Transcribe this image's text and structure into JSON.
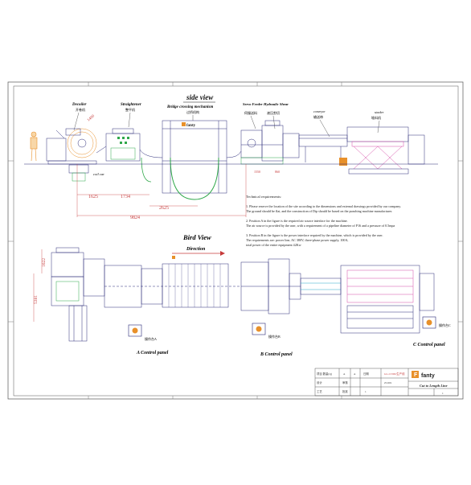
{
  "views": {
    "side_title": "side view",
    "bird_title": "Bird View",
    "direction": "Direction"
  },
  "side_labels": {
    "decoiler": "Decoiler",
    "decoiler_cn": "开卷机",
    "straightener": "Straightener",
    "straightener_cn": "整平机",
    "bridge": "Bridge crossing mechanism",
    "bridge_cn": "过桥机构",
    "servo_feeder": "Servo Feeder",
    "servo_feeder_cn": "伺服送料",
    "hydraulic_shear": "Hydraulic Shear",
    "hydraulic_shear_cn": "液压剪切",
    "conveyor": "conveyor",
    "conveyor_cn": "输送带",
    "stacker": "stacker",
    "stacker_cn": "堆料机",
    "coil_car": "coil car"
  },
  "dimensions": {
    "d1625": "1625",
    "d1734": "1734",
    "d2625": "2625",
    "d9824": "9824",
    "d1400": "1400",
    "d1622": "1622",
    "d5381": "5381"
  },
  "requirements": {
    "heading": "Technical requirements:",
    "r1": "1. Please reserve the location of the site according to the dimensions and external drawings provided by our company.",
    "r1b": "The ground should be flat, and the construction of Dip should be based on the punching machine manufacturer.",
    "r2": "2. Position A in the figure is the required air source interface for the machine.",
    "r2b": "The air source is provided by the user, with a requirement of a pipeline diameter of P16 and a pressure of 0.5mpa",
    "r3": "3. Position B in the figure is the power interface required by the machine, which is provided by the user.",
    "r3b": "The requirements are: power line, AC 380V, three-phase power supply, 100A,",
    "r3c": "total power of the entire equipment  42Kw"
  },
  "panels": {
    "a": "A Control panel",
    "b": "B Control panel",
    "c": "C Control panel",
    "a_tag": "操作台A",
    "b_tag": "操作台B",
    "c_tag": "操作台C"
  },
  "title_block": {
    "brand": "fanty",
    "product": "Cut to Length Line",
    "drawing_no": "GL-CJ300/生产线",
    "scale": "1",
    "sheet": "1",
    "cells": [
      "项目 数量(Q)",
      "A",
      "A",
      "设计",
      "审核",
      "工艺",
      "批准",
      "日期",
      "ZJ-001"
    ]
  },
  "colors": {
    "line": "#2a2a78",
    "dim": "#c63a3a",
    "green": "#2fa84a",
    "orange": "#e8902a",
    "pink": "#d64ca8",
    "cyan": "#28a8c8"
  }
}
